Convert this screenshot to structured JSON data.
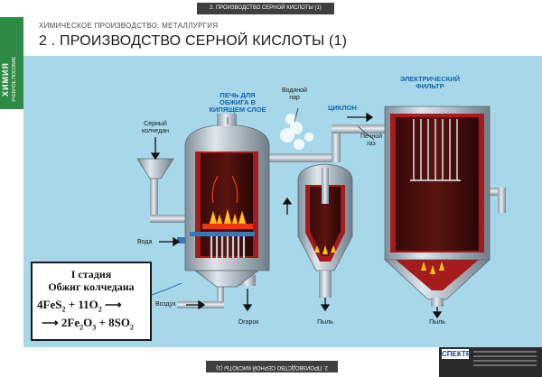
{
  "header": {
    "top_strip_text": "2. ПРОИЗВОДСТВО СЕРНОЙ КИСЛОТЫ (1)",
    "supertitle": "ХИМИЧЕСКОЕ ПРОИЗВОДСТВО. МЕТАЛЛУРГИЯ",
    "title": "2 . ПРОИЗВОДСТВО СЕРНОЙ КИСЛОТЫ (1)"
  },
  "sidebar": {
    "main": "ХИМИЯ",
    "sub": "УЧЕБНОЕ ПОСОБИЕ"
  },
  "labels": {
    "furnace": "ПЕЧЬ ДЛЯ ОБЖИГА В КИПЯЩЕМ СЛОЕ",
    "water_vapor": "Водяной пар",
    "cyclone": "ЦИКЛОН",
    "filter": "ЭЛЕКТРИЧЕСКИЙ ФИЛЬТР",
    "pyrite": "Серный колчедан",
    "furnace_gas": "Печной газ",
    "water": "Вода",
    "air": "Воздух",
    "cinder": "Огарок",
    "dust1": "Пыль",
    "dust2": "Пыль"
  },
  "stage": {
    "line1": "I стадия",
    "line2": "Обжиг колчедана",
    "eq1_a": "4FeS",
    "eq1_a_sub": "2",
    "eq1_b": " + 11O",
    "eq1_b_sub": "2",
    "eq1_arrow": " ⟶",
    "eq2_arrow": "⟶ ",
    "eq2_a": "2Fe",
    "eq2_a_sub": "2",
    "eq2_b": "O",
    "eq2_b_sub": "3",
    "eq2_c": " + 8SO",
    "eq2_c_sub": "2"
  },
  "footer": {
    "bottom_strip_text": "2. ПРОИЗВОДСТВО СЕРНОЙ КИСЛОТЫ (1)",
    "logo": "СПЕКТР"
  }
}
